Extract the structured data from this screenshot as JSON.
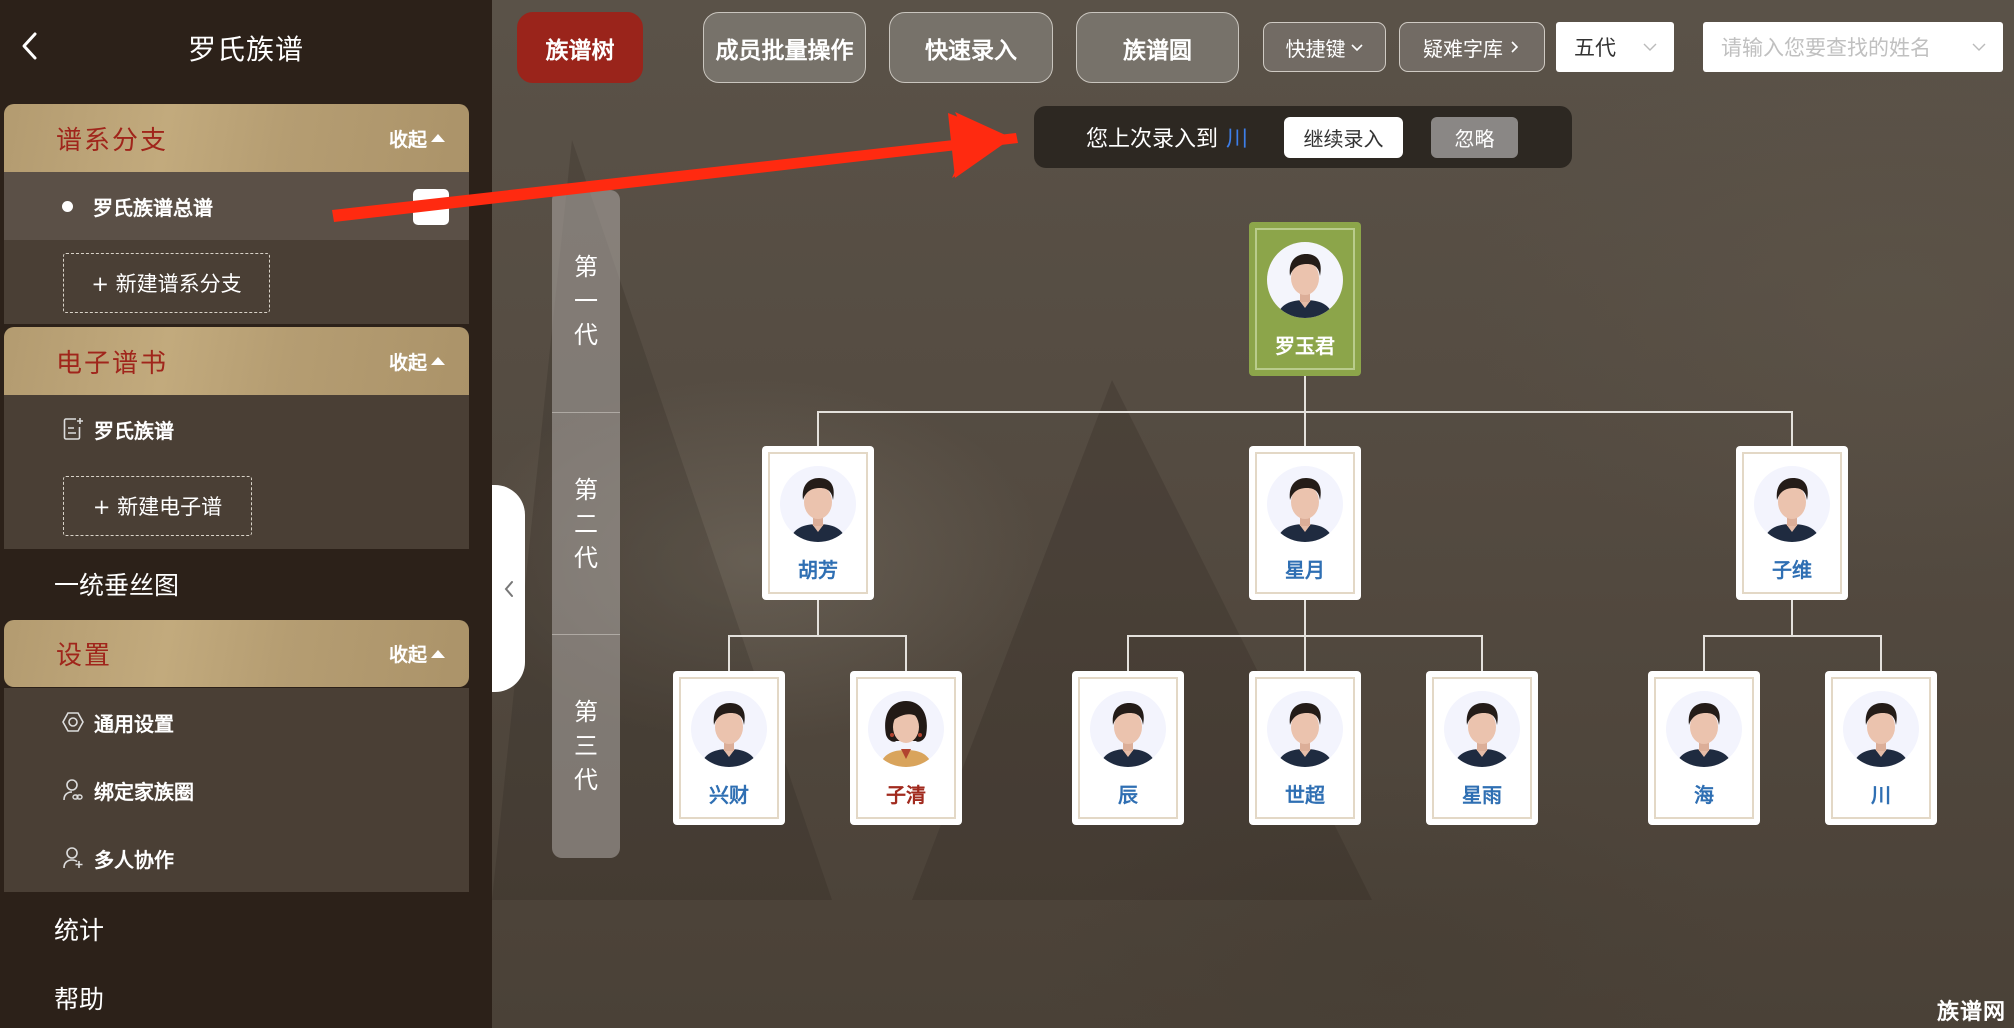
{
  "sidebar": {
    "title": "罗氏族谱",
    "sections": [
      {
        "title": "谱系分支",
        "toggle": "收起",
        "items": [
          {
            "label": "罗氏族谱总谱",
            "icon": "bullet-icon",
            "active": true
          }
        ],
        "add_button": "+ 新建谱系分支"
      },
      {
        "title": "电子谱书",
        "toggle": "收起",
        "items": [
          {
            "label": "罗氏族谱",
            "icon": "document-add-icon"
          }
        ],
        "add_button": "+ 新建电子谱"
      },
      {
        "title": "设置",
        "toggle": "收起",
        "items": [
          {
            "label": "通用设置",
            "icon": "settings-hex-icon"
          },
          {
            "label": "绑定家族圈",
            "icon": "user-link-icon"
          },
          {
            "label": "多人协作",
            "icon": "user-add-icon"
          }
        ]
      }
    ],
    "plain_items": [
      "一统垂丝图",
      "统计",
      "帮助"
    ]
  },
  "toolbar": {
    "tabs": [
      {
        "label": "族谱树",
        "active": true
      },
      {
        "label": "成员批量操作"
      },
      {
        "label": "快速录入"
      },
      {
        "label": "族谱圆"
      }
    ],
    "shortcuts_label": "快捷键",
    "rare_chars_label": "疑难字库",
    "generation_select": "五代",
    "search_placeholder": "请输入您要查找的姓名"
  },
  "notice": {
    "text": "您上次录入到",
    "name": "川",
    "continue_label": "继续录入",
    "ignore_label": "忽略"
  },
  "generations": [
    "第一代",
    "第二代",
    "第三代"
  ],
  "tree": {
    "root": {
      "name": "罗玉君",
      "gender": "male"
    },
    "gen2": [
      {
        "name": "胡芳",
        "gender": "male"
      },
      {
        "name": "星月",
        "gender": "male"
      },
      {
        "name": "子维",
        "gender": "male"
      }
    ],
    "gen3": [
      {
        "name": "兴财",
        "gender": "male",
        "parent": "胡芳"
      },
      {
        "name": "子清",
        "gender": "female",
        "parent": "胡芳"
      },
      {
        "name": "辰",
        "gender": "male",
        "parent": "星月"
      },
      {
        "name": "世超",
        "gender": "male",
        "parent": "星月"
      },
      {
        "name": "星雨",
        "gender": "male",
        "parent": "星月"
      },
      {
        "name": "海",
        "gender": "male",
        "parent": "子维"
      },
      {
        "name": "川",
        "gender": "male",
        "parent": "子维"
      }
    ]
  },
  "colors": {
    "accent_red": "#9a241b",
    "root_node_green": "#8ca54a",
    "male_name_blue": "#2f6fb3",
    "female_name_red": "#a12a1e",
    "notice_highlight_blue": "#3d7ee8",
    "annotation_arrow_red": "#ff2a10"
  },
  "watermark": "族谱网"
}
